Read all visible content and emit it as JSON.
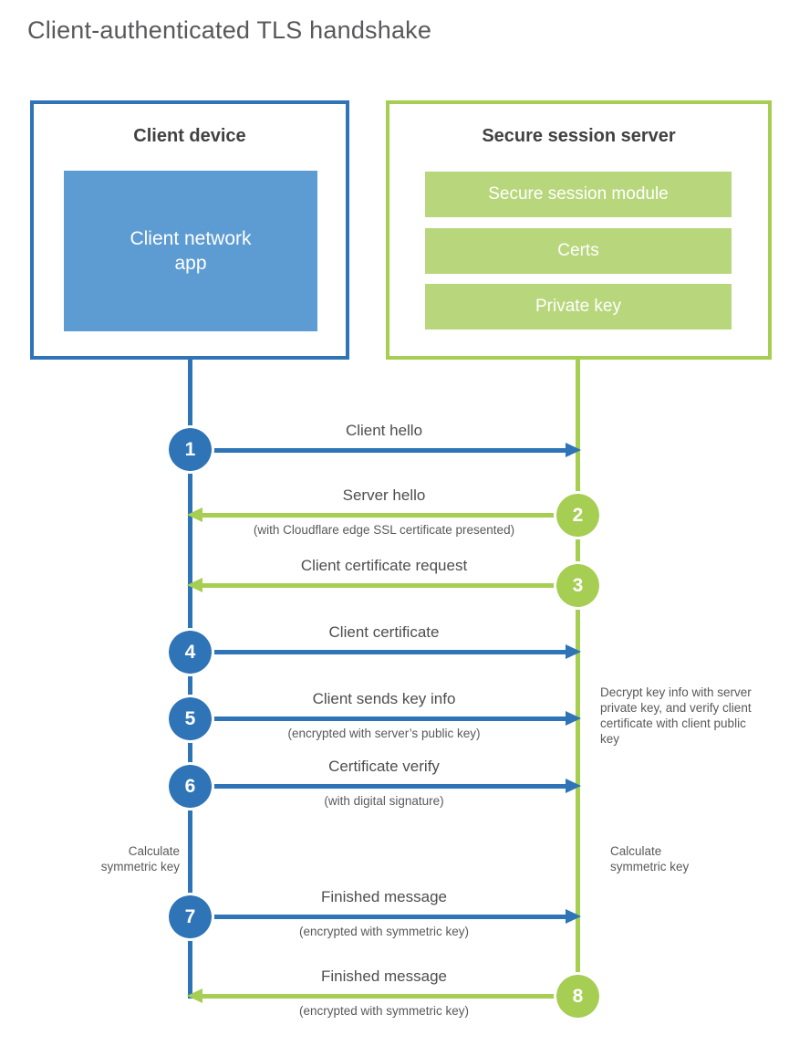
{
  "page_title": "Client-authenticated TLS handshake",
  "colors": {
    "blue": "#2e74b7",
    "blue_fill": "#5d9bd3",
    "green": "#a5ce52",
    "green_fill": "#b8d77c"
  },
  "client": {
    "title": "Client device",
    "app": "Client network app"
  },
  "server": {
    "title": "Secure session server",
    "modules": [
      "Secure session module",
      "Certs",
      "Private key"
    ]
  },
  "messages": [
    {
      "num": "1",
      "from": "client",
      "label": "Client hello",
      "sub": ""
    },
    {
      "num": "2",
      "from": "server",
      "label": "Server hello",
      "sub": "(with Cloudflare edge SSL certificate presented)"
    },
    {
      "num": "3",
      "from": "server",
      "label": "Client certificate request",
      "sub": ""
    },
    {
      "num": "4",
      "from": "client",
      "label": "Client certificate",
      "sub": ""
    },
    {
      "num": "5",
      "from": "client",
      "label": "Client sends key info",
      "sub": "(encrypted with server’s public key)"
    },
    {
      "num": "6",
      "from": "client",
      "label": "Certificate verify",
      "sub": "(with digital signature)"
    },
    {
      "num": "7",
      "from": "client",
      "label": "Finished message",
      "sub": "(encrypted with symmetric key)"
    },
    {
      "num": "8",
      "from": "server",
      "label": "Finished message",
      "sub": "(encrypted with symmetric key)"
    }
  ],
  "notes": {
    "decrypt": "Decrypt key info with server private key, and verify client certificate with client public key",
    "calc_left": "Calculate symmetric key",
    "calc_right": "Calculate symmetric key"
  }
}
